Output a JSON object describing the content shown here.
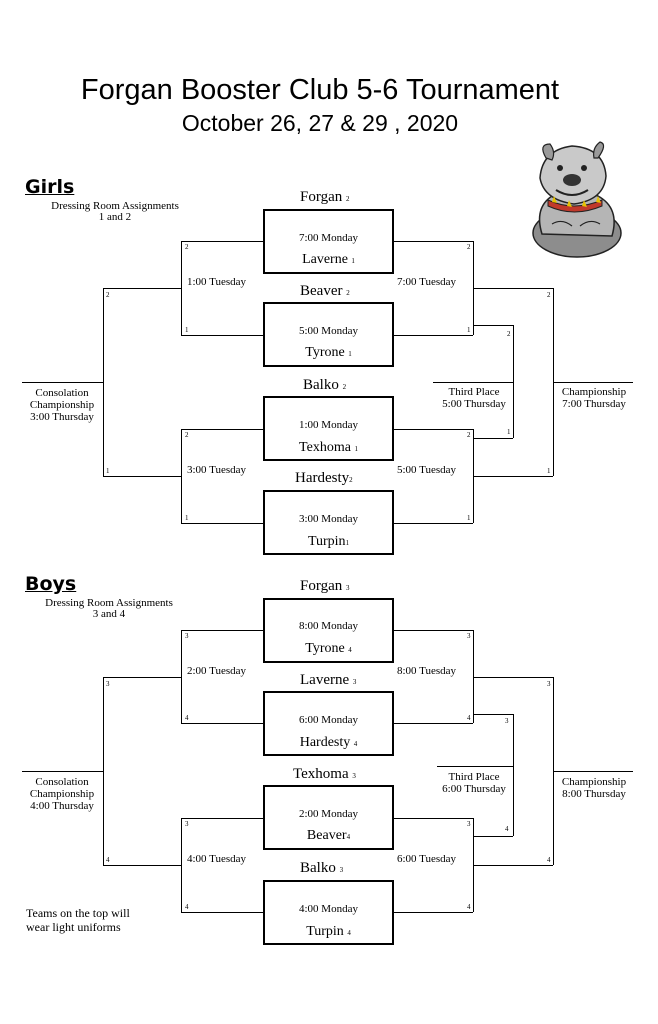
{
  "header": {
    "title": "Forgan Booster Club 5-6 Tournament",
    "dates": "October 26, 27 & 29 , 2020"
  },
  "girls": {
    "heading": "Girls",
    "dressing_note_1": "Dressing Room Assignments",
    "dressing_note_2": "1 and 2",
    "games": [
      {
        "top_team": "Forgan",
        "top_seed": "2",
        "time": "7:00 Monday",
        "bottom_team": "Laverne",
        "bottom_seed": "1"
      },
      {
        "top_team": "Beaver",
        "top_seed": "2",
        "time": "5:00 Monday",
        "bottom_team": "Tyrone",
        "bottom_seed": "1"
      },
      {
        "top_team": "Balko",
        "top_seed": "2",
        "time": "1:00 Monday",
        "bottom_team": "Texhoma",
        "bottom_seed": "1"
      },
      {
        "top_team": "Hardesty",
        "top_seed": "2",
        "time": "3:00 Monday",
        "bottom_team": "Turpin",
        "bottom_seed": "1"
      }
    ],
    "left_upper_time": "1:00 Tuesday",
    "left_lower_time": "3:00 Tuesday",
    "right_upper_time": "7:00 Tuesday",
    "right_lower_time": "5:00 Tuesday",
    "consolation": [
      "Consolation",
      "Championship",
      "3:00 Thursday"
    ],
    "third_place": [
      "Third Place",
      "5:00 Thursday"
    ],
    "championship": [
      "Championship",
      "7:00 Thursday"
    ],
    "seed_a": "2",
    "seed_b": "1"
  },
  "boys": {
    "heading": "Boys",
    "dressing_note_1": "Dressing Room Assignments",
    "dressing_note_2": "3 and 4",
    "games": [
      {
        "top_team": "Forgan",
        "top_seed": "3",
        "time": "8:00 Monday",
        "bottom_team": "Tyrone",
        "bottom_seed": "4"
      },
      {
        "top_team": "Laverne",
        "top_seed": "3",
        "time": "6:00 Monday",
        "bottom_team": "Hardesty",
        "bottom_seed": "4"
      },
      {
        "top_team": "Texhoma",
        "top_seed": "3",
        "time": "2:00 Monday",
        "bottom_team": "Beaver",
        "bottom_seed": "4"
      },
      {
        "top_team": "Balko",
        "top_seed": "3",
        "time": "4:00 Monday",
        "bottom_team": "Turpin",
        "bottom_seed": "4"
      }
    ],
    "left_upper_time": "2:00 Tuesday",
    "left_lower_time": "4:00 Tuesday",
    "right_upper_time": "8:00 Tuesday",
    "right_lower_time": "6:00 Tuesday",
    "consolation": [
      "Consolation",
      "Championship",
      "4:00 Thursday"
    ],
    "third_place": [
      "Third Place",
      "6:00 Thursday"
    ],
    "championship": [
      "Championship",
      "8:00 Thursday"
    ],
    "seed_a": "3",
    "seed_b": "4"
  },
  "footer": {
    "line1": "Teams on the top will",
    "line2": "wear light uniforms"
  },
  "logo": {
    "icon": "bulldog-mascot-icon"
  }
}
